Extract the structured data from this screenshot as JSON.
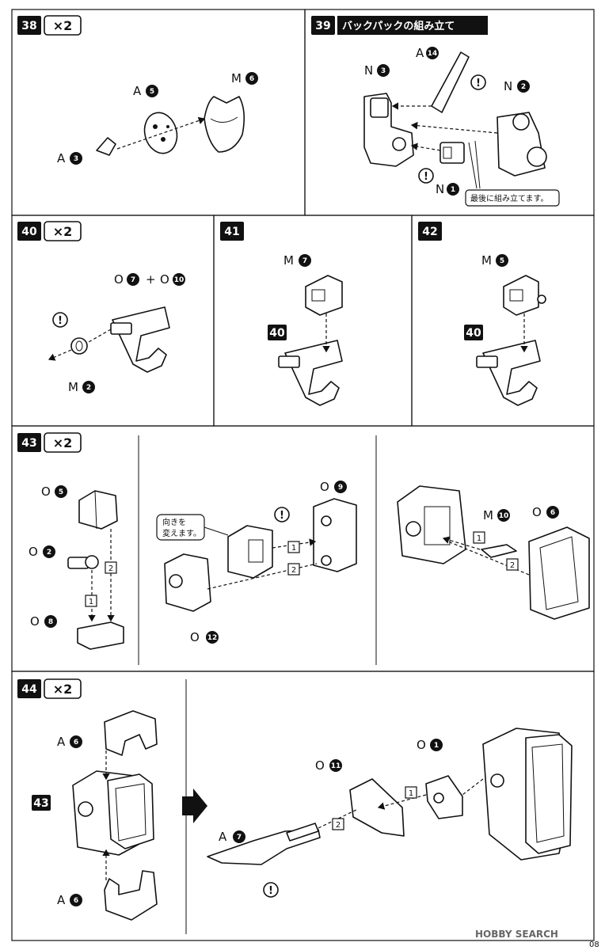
{
  "steps": {
    "s38": {
      "num": "38",
      "mult": "×2",
      "parts": {
        "a5": {
          "letter": "A",
          "n": "5"
        },
        "m6": {
          "letter": "M",
          "n": "6"
        },
        "a3": {
          "letter": "A",
          "n": "3"
        }
      }
    },
    "s39": {
      "num": "39",
      "title": "バックパックの組み立て",
      "parts": {
        "a14": {
          "letter": "A",
          "n": "14"
        },
        "n3": {
          "letter": "N",
          "n": "3"
        },
        "n2": {
          "letter": "N",
          "n": "2"
        },
        "n1": {
          "letter": "N",
          "n": "1"
        }
      },
      "note": "最後に組み立てます。"
    },
    "s40": {
      "num": "40",
      "mult": "×2",
      "parts": {
        "o7": {
          "letter": "O",
          "n": "7"
        },
        "plus": "+",
        "o10": {
          "letter": "O",
          "n": "10"
        },
        "m2": {
          "letter": "M",
          "n": "2"
        }
      }
    },
    "s41": {
      "num": "41",
      "parts": {
        "m7": {
          "letter": "M",
          "n": "7"
        }
      },
      "ref": "40"
    },
    "s42": {
      "num": "42",
      "parts": {
        "m5": {
          "letter": "M",
          "n": "5"
        }
      },
      "ref": "40"
    },
    "s43": {
      "num": "43",
      "mult": "×2",
      "parts": {
        "o5": {
          "letter": "O",
          "n": "5"
        },
        "o2": {
          "letter": "O",
          "n": "2"
        },
        "o8": {
          "letter": "O",
          "n": "8"
        },
        "o9": {
          "letter": "O",
          "n": "9"
        },
        "o12": {
          "letter": "O",
          "n": "12"
        },
        "m10": {
          "letter": "M",
          "n": "10"
        },
        "o6": {
          "letter": "O",
          "n": "6"
        }
      },
      "note_line1": "向きを",
      "note_line2": "変えます。"
    },
    "s44": {
      "num": "44",
      "mult": "×2",
      "parts": {
        "a6_top": {
          "letter": "A",
          "n": "6"
        },
        "a6_bottom": {
          "letter": "A",
          "n": "6"
        },
        "o11": {
          "letter": "O",
          "n": "11"
        },
        "o1": {
          "letter": "O",
          "n": "1"
        },
        "a7": {
          "letter": "A",
          "n": "7"
        }
      },
      "ref": "43"
    }
  },
  "order_markers": {
    "one": "1",
    "two": "2"
  },
  "caution_mark": "!",
  "watermark": "HOBBY SEARCH",
  "page_number": "08"
}
